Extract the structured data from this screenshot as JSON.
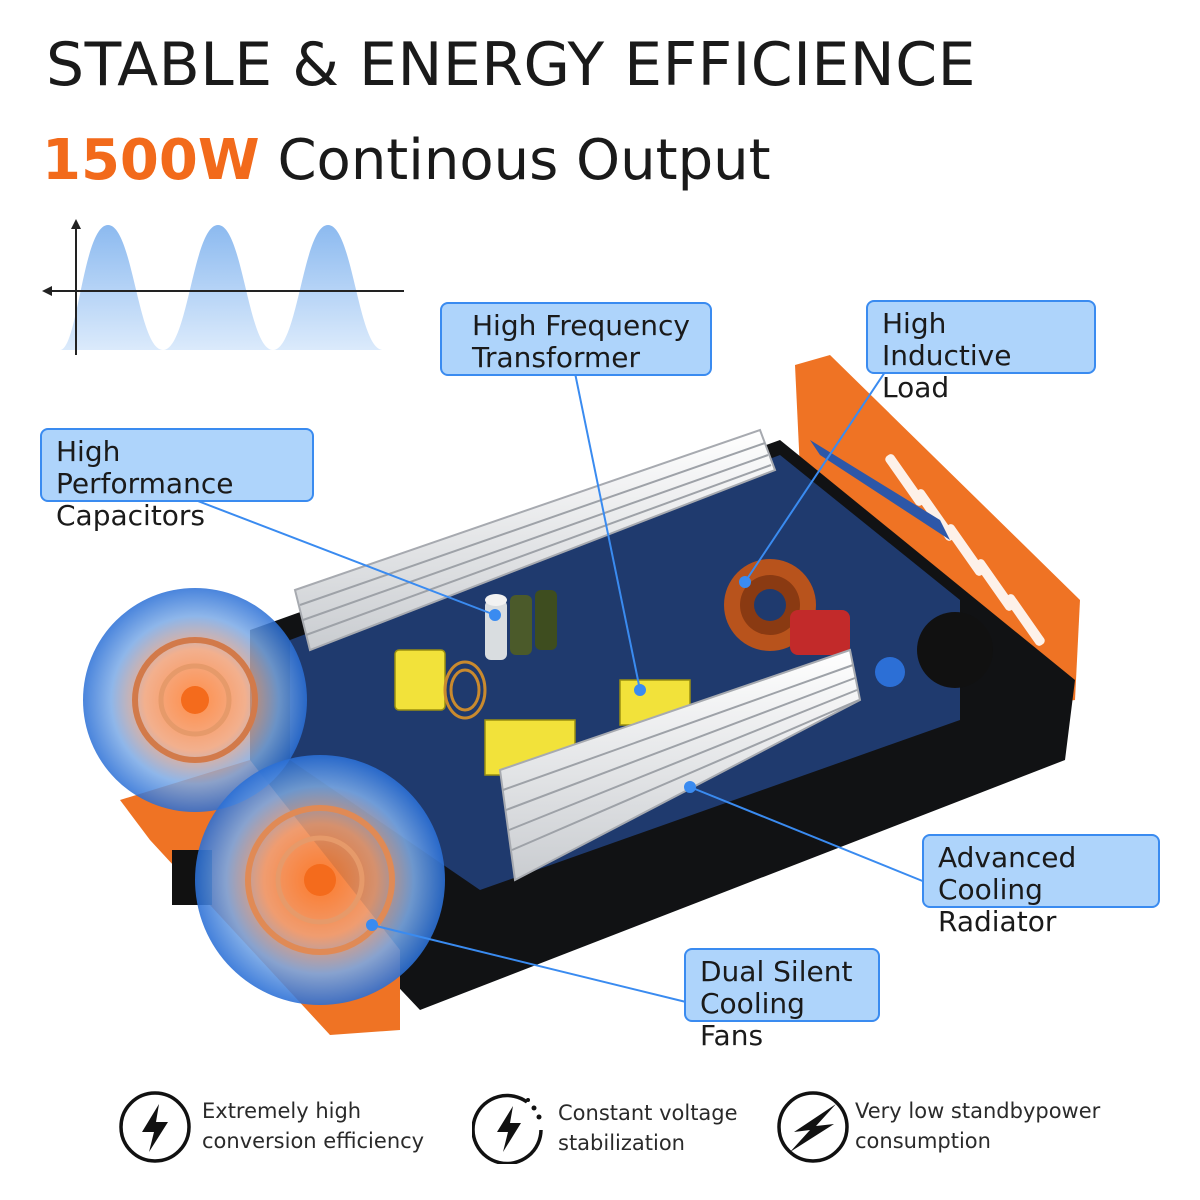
{
  "headline": "STABLE & ENERGY EFFICIENCE",
  "subheadline": {
    "highlight": "1500W",
    "rest": "Continous Output"
  },
  "callouts": {
    "transformer": [
      "High Frequency",
      "Transformer"
    ],
    "inductive": [
      "High Inductive",
      "Load"
    ],
    "capacitors": [
      "High Performance",
      "Capacitors"
    ],
    "radiator": [
      "Advanced",
      "Cooling Radiator"
    ],
    "fans": [
      "Dual Silent",
      "Cooling Fans"
    ]
  },
  "features": [
    {
      "icon": "lightning-bolt-icon",
      "lines": [
        "Extremely high",
        "conversion efficiency"
      ]
    },
    {
      "icon": "lightning-stabilization-icon",
      "lines": [
        "Constant voltage",
        "stabilization"
      ]
    },
    {
      "icon": "lightning-standby-icon",
      "lines": [
        "Very low standbypower",
        "consumption"
      ]
    }
  ],
  "colors": {
    "accent": "#f26a1b",
    "callout_fill": "#aed4fb",
    "callout_border": "#3a8bf0",
    "wave_fill": "#a9ccf3"
  }
}
